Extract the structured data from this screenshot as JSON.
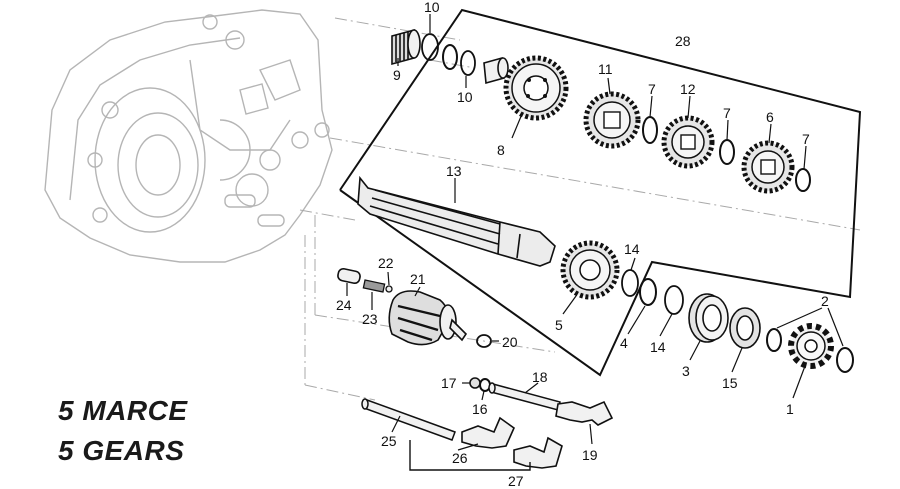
{
  "title": {
    "line1": "5 MARCE",
    "line2": "5 GEARS"
  },
  "callouts": [
    "1",
    "2",
    "4",
    "5",
    "6",
    "7",
    "8",
    "9",
    "10",
    "11",
    "12",
    "13",
    "14",
    "15",
    "16",
    "17",
    "18",
    "19",
    "20",
    "21",
    "22",
    "23",
    "24",
    "25",
    "26",
    "27",
    "28"
  ],
  "colors": {
    "line": "#111111",
    "ghost": "#b5b5b5",
    "part_fill": "#f1f1f1",
    "dark_fill": "#9a9a9a"
  }
}
